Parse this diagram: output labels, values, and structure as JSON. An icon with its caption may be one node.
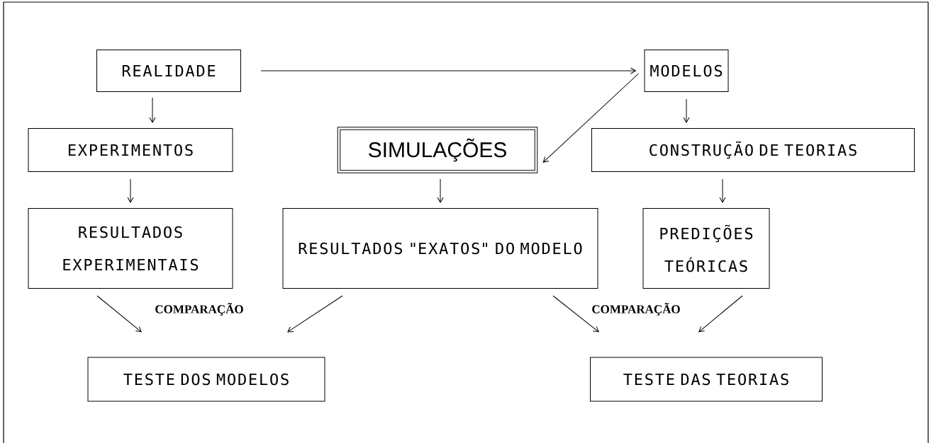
{
  "diagram": {
    "nodes": [
      {
        "text": [
          "REALIDADE"
        ]
      },
      {
        "text": [
          "MODELOS"
        ]
      },
      {
        "text": [
          "EXPERIMENTOS"
        ]
      },
      {
        "text": [
          "SIMULAÇÕES"
        ]
      },
      {
        "text": [
          "CONSTRUÇÃO DE TEORIAS"
        ]
      },
      {
        "text": [
          "RESULTADOS EXPERIMENTAIS"
        ]
      },
      {
        "text": [
          "RESULTADOS \"EXATOS\" DO MODELO"
        ]
      },
      {
        "text": [
          "PREDIÇÕES TEÓRICAS"
        ]
      },
      {
        "text": [
          "TESTE DOS MODELOS"
        ]
      },
      {
        "text": [
          "TESTE DAS TEORIAS"
        ]
      }
    ],
    "edges": [
      {
        "from": 0,
        "to": 1,
        "arrow": "to"
      },
      {
        "from": 0,
        "to": 2,
        "arrow": "to"
      },
      {
        "from": 1,
        "to": 3,
        "arrow": "to"
      },
      {
        "from": 1,
        "to": 4,
        "arrow": "to"
      },
      {
        "from": 2,
        "to": 5,
        "arrow": "to"
      },
      {
        "from": 3,
        "to": 6,
        "arrow": "to"
      },
      {
        "from": 4,
        "to": 7,
        "arrow": "to"
      },
      {
        "from": 5,
        "to": 8,
        "arrow": "to"
      },
      {
        "from": 6,
        "to": 8,
        "arrow": "to"
      },
      {
        "from": 6,
        "to": 9,
        "arrow": "to"
      },
      {
        "from": 7,
        "to": 9,
        "arrow": "to"
      }
    ],
    "labels": [
      "COMPARAÇÃO",
      "COMPARAÇÃO"
    ]
  }
}
